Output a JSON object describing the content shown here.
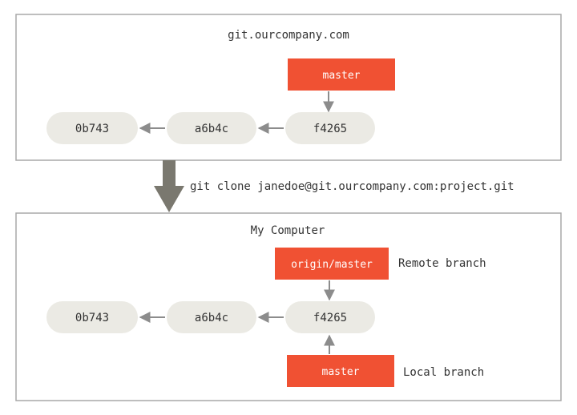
{
  "remote": {
    "title": "git.ourcompany.com",
    "commits": [
      "0b743",
      "a6b4c",
      "f4265"
    ],
    "branch": "master"
  },
  "clone_command": "git clone janedoe@git.ourcompany.com:project.git",
  "local": {
    "title": "My Computer",
    "commits": [
      "0b743",
      "a6b4c",
      "f4265"
    ],
    "remote_branch": "origin/master",
    "remote_branch_label": "Remote branch",
    "local_branch": "master",
    "local_branch_label": "Local branch"
  },
  "colors": {
    "branch_fill": "#f05133",
    "branch_text": "#ffffff",
    "commit_fill": "#ebeae4",
    "commit_text": "#333333",
    "arrow": "#8c8c8c",
    "big_arrow": "#7a786f",
    "frame": "#a8a8a8",
    "text": "#333333"
  }
}
